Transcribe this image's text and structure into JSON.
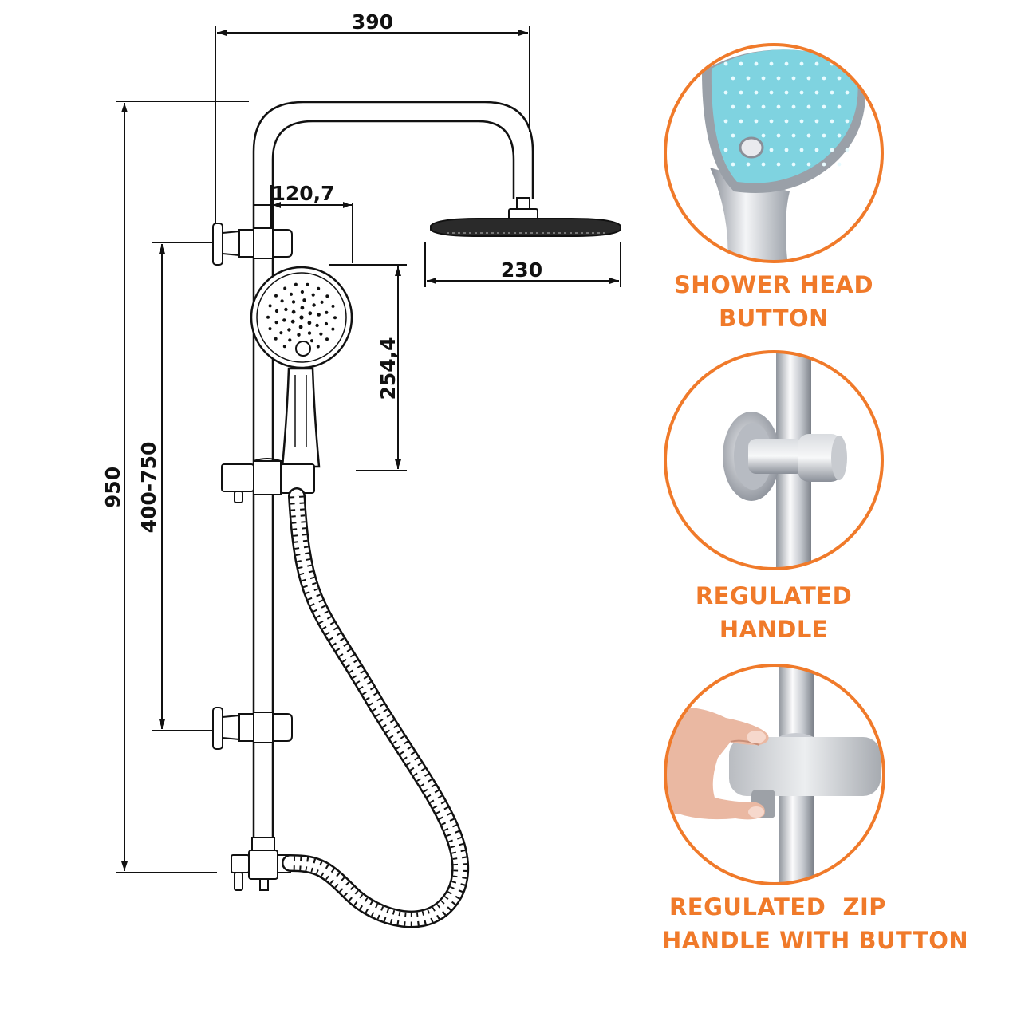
{
  "dimensions": {
    "total_width": "390",
    "arm_offset": "120,7",
    "head_diameter": "230",
    "hand_shower_length": "254,4",
    "total_height": "950",
    "adjustable_range": "400-750"
  },
  "features": [
    {
      "line1": "SHOWER HEAD",
      "line2": "BUTTON"
    },
    {
      "line1": "REGULATED",
      "line2": "HANDLE"
    },
    {
      "line1": "REGULATED  ZIP",
      "line2": "HANDLE WITH BUTTON"
    }
  ],
  "colors": {
    "accent": "#f07a2a",
    "line": "#111111",
    "head_face": "#7fd3e0",
    "chrome": "#c9ccd2"
  },
  "icons": [
    "shower-head-button-icon",
    "wall-bracket-handle-icon",
    "zip-handle-hand-icon"
  ]
}
